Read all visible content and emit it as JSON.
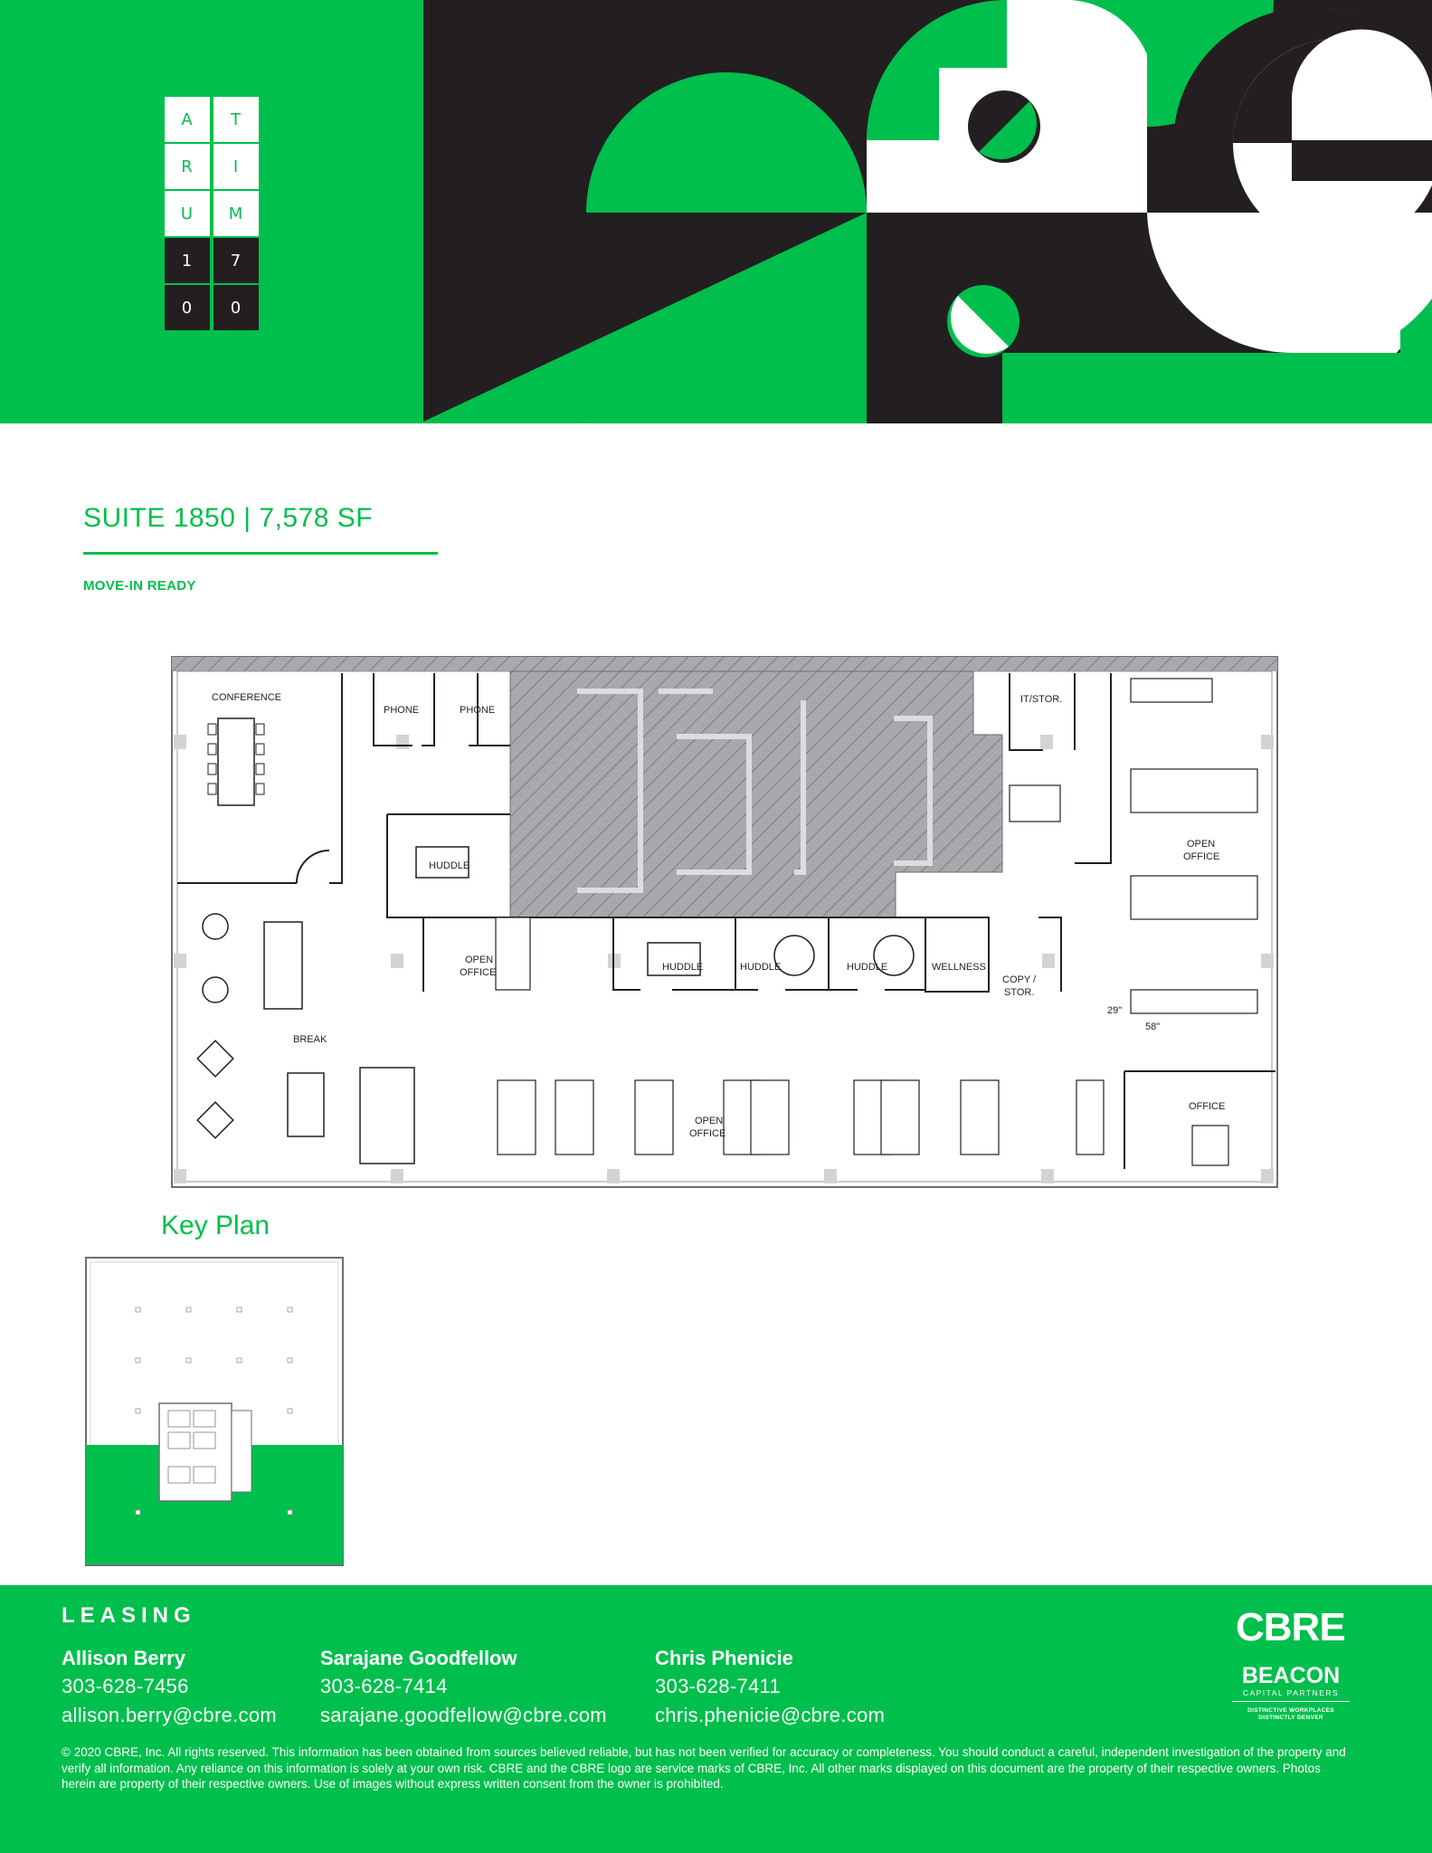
{
  "colors": {
    "brand_green": "#00bf4c",
    "dark": "#231f20",
    "white": "#ffffff",
    "hatch_gray": "#a7a9ac"
  },
  "header": {
    "logo_letters": [
      "A",
      "T",
      "R",
      "I",
      "U",
      "M",
      "1",
      "7",
      "0",
      "0"
    ]
  },
  "suite": {
    "title": "SUITE 1850 | 7,578 SF",
    "status": "MOVE-IN READY"
  },
  "floor_plan": {
    "rooms": {
      "conference": "CONFERENCE",
      "phone_1": "PHONE",
      "phone_2": "PHONE",
      "it_storage": "IT/STOR.",
      "open_office_right_1": "OPEN",
      "open_office_right_2": "OFFICE",
      "huddle_top": "HUDDLE",
      "open_office_mid_1": "OPEN",
      "open_office_mid_2": "OFFICE",
      "huddle_a": "HUDDLE",
      "huddle_b": "HUDDLE",
      "huddle_c": "HUDDLE",
      "wellness": "WELLNESS",
      "copy_storage_1": "COPY /",
      "copy_storage_2": "STOR.",
      "break": "BREAK",
      "open_office_bottom_1": "OPEN",
      "open_office_bottom_2": "OFFICE",
      "office": "OFFICE",
      "dim_depth": "29\"",
      "dim_width": "58\""
    }
  },
  "key_plan": {
    "title": "Key Plan"
  },
  "footer": {
    "leasing_label": "LEASING",
    "contacts": [
      {
        "name": "Allison Berry",
        "phone": "303-628-7456",
        "email": "allison.berry@cbre.com"
      },
      {
        "name": "Sarajane Goodfellow",
        "phone": "303-628-7414",
        "email": "sarajane.goodfellow@cbre.com"
      },
      {
        "name": "Chris Phenicie",
        "phone": "303-628-7411",
        "email": "chris.phenicie@cbre.com"
      }
    ],
    "disclaimer": "© 2020 CBRE, Inc. All rights reserved. This information has been obtained from sources believed reliable, but has not been verified for accuracy or completeness. You should conduct a careful, independent investigation of the property and verify all information. Any reliance on this information is solely at your own risk. CBRE and the CBRE logo are service marks of CBRE, Inc. All other marks displayed on this document are the property of their respective owners. Photos herein are property of their respective owners. Use of images without express written consent from the owner is prohibited.",
    "cbre_logo": "CBRE",
    "beacon_name": "BEACON",
    "beacon_sub": "CAPITAL PARTNERS",
    "beacon_tagline_1": "DISTINCTIVE WORKPLACES",
    "beacon_tagline_2": "DISTINCTLY DENVER"
  }
}
